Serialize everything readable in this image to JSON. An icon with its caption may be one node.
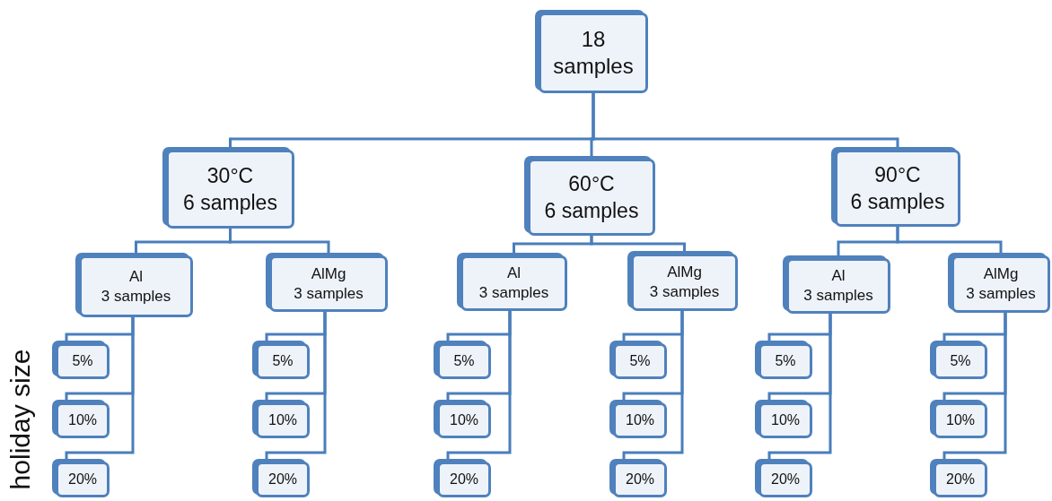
{
  "diagram": {
    "nodes": [
      {
        "text": [
          "18",
          "samples"
        ]
      },
      {
        "text": [
          "30°C",
          "6 samples"
        ]
      },
      {
        "text": [
          "60°C",
          "6 samples"
        ]
      },
      {
        "text": [
          "90°C",
          "6 samples"
        ]
      },
      {
        "text": [
          "Al",
          "3 samples"
        ]
      },
      {
        "text": [
          "AlMg",
          "3 samples"
        ]
      },
      {
        "text": [
          "Al",
          "3 samples"
        ]
      },
      {
        "text": [
          "AlMg",
          "3 samples"
        ]
      },
      {
        "text": [
          "Al",
          "3 samples"
        ]
      },
      {
        "text": [
          "AlMg",
          "3 samples"
        ]
      },
      {
        "text": [
          "5%"
        ]
      },
      {
        "text": [
          "5%"
        ]
      },
      {
        "text": [
          "5%"
        ]
      },
      {
        "text": [
          "5%"
        ]
      },
      {
        "text": [
          "5%"
        ]
      },
      {
        "text": [
          "5%"
        ]
      },
      {
        "text": [
          "10%"
        ]
      },
      {
        "text": [
          "10%"
        ]
      },
      {
        "text": [
          "10%"
        ]
      },
      {
        "text": [
          "10%"
        ]
      },
      {
        "text": [
          "10%"
        ]
      },
      {
        "text": [
          "10%"
        ]
      },
      {
        "text": [
          "20%"
        ]
      },
      {
        "text": [
          "20%"
        ]
      },
      {
        "text": [
          "20%"
        ]
      },
      {
        "text": [
          "20%"
        ]
      },
      {
        "text": [
          "20%"
        ]
      },
      {
        "text": [
          "20%"
        ]
      }
    ],
    "edges": [
      {
        "from": 0,
        "to": 1,
        "arrow": "none"
      },
      {
        "from": 0,
        "to": 2,
        "arrow": "none"
      },
      {
        "from": 0,
        "to": 3,
        "arrow": "none"
      },
      {
        "from": 1,
        "to": 4,
        "arrow": "none"
      },
      {
        "from": 1,
        "to": 5,
        "arrow": "none"
      },
      {
        "from": 2,
        "to": 6,
        "arrow": "none"
      },
      {
        "from": 2,
        "to": 7,
        "arrow": "none"
      },
      {
        "from": 3,
        "to": 8,
        "arrow": "none"
      },
      {
        "from": 3,
        "to": 9,
        "arrow": "none"
      },
      {
        "from": 4,
        "to": 10,
        "arrow": "none"
      },
      {
        "from": 4,
        "to": 16,
        "arrow": "none"
      },
      {
        "from": 4,
        "to": 22,
        "arrow": "none"
      },
      {
        "from": 5,
        "to": 11,
        "arrow": "none"
      },
      {
        "from": 5,
        "to": 17,
        "arrow": "none"
      },
      {
        "from": 5,
        "to": 23,
        "arrow": "none"
      },
      {
        "from": 6,
        "to": 12,
        "arrow": "none"
      },
      {
        "from": 6,
        "to": 18,
        "arrow": "none"
      },
      {
        "from": 6,
        "to": 24,
        "arrow": "none"
      },
      {
        "from": 7,
        "to": 13,
        "arrow": "none"
      },
      {
        "from": 7,
        "to": 19,
        "arrow": "none"
      },
      {
        "from": 7,
        "to": 25,
        "arrow": "none"
      },
      {
        "from": 8,
        "to": 14,
        "arrow": "none"
      },
      {
        "from": 8,
        "to": 20,
        "arrow": "none"
      },
      {
        "from": 8,
        "to": 26,
        "arrow": "none"
      },
      {
        "from": 9,
        "to": 15,
        "arrow": "none"
      },
      {
        "from": 9,
        "to": 21,
        "arrow": "none"
      },
      {
        "from": 9,
        "to": 27,
        "arrow": "none"
      }
    ],
    "labels": [
      "holiday size"
    ]
  }
}
